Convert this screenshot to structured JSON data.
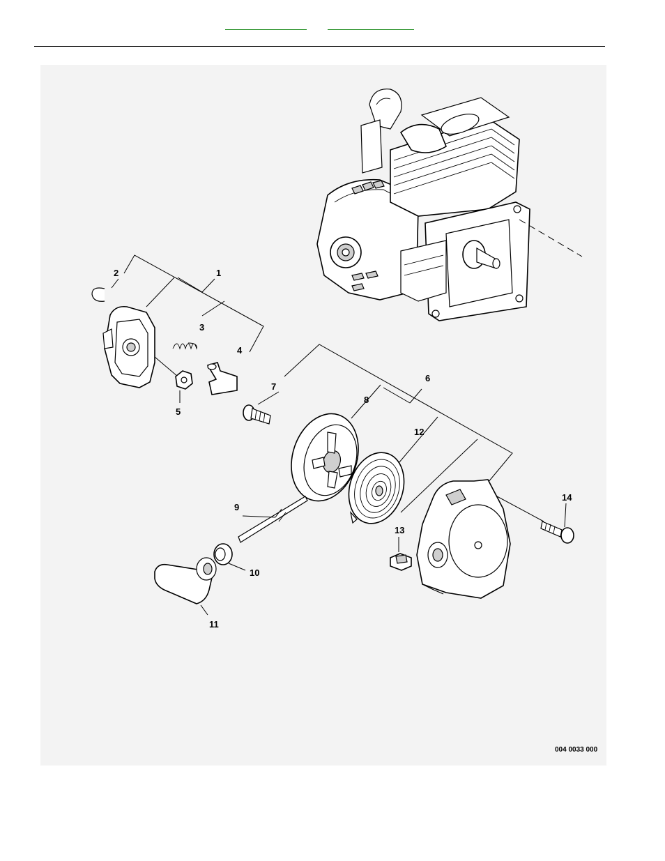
{
  "header": {
    "link_a": "",
    "link_b": ""
  },
  "callouts": [
    "1",
    "2",
    "3",
    "4",
    "5",
    "6",
    "7",
    "8",
    "9",
    "10",
    "11",
    "12",
    "13",
    "14"
  ],
  "document_number": "004 0033 000"
}
